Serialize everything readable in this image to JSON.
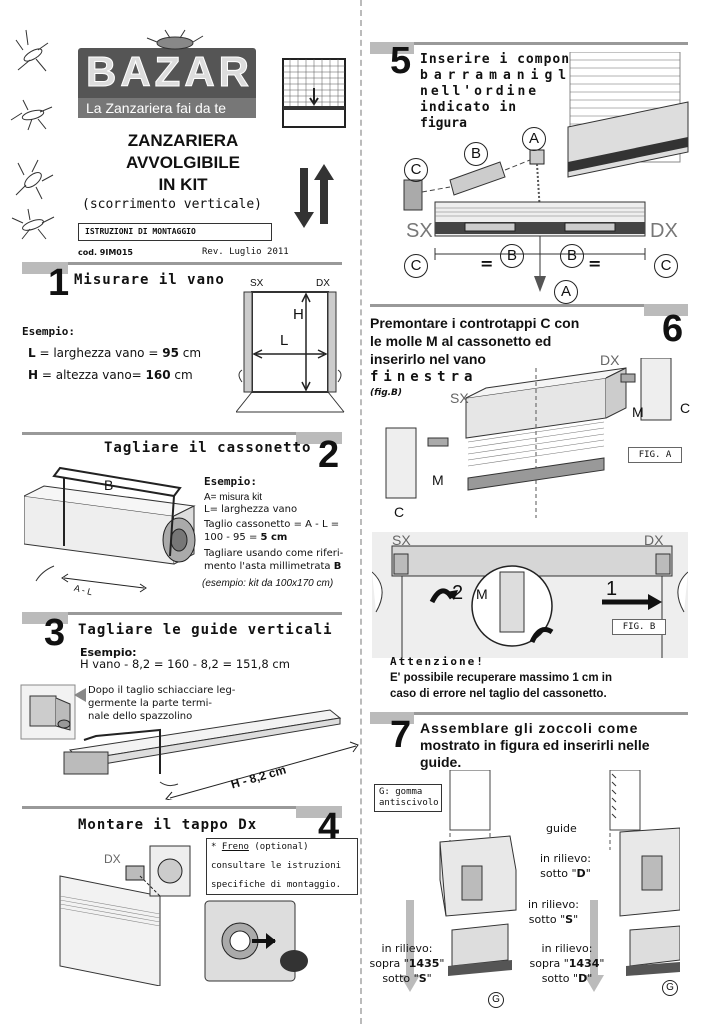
{
  "header": {
    "brand": "BAZAR",
    "tagline": "La Zanzariera fai da te",
    "title_line1": "ZANZARIERA",
    "title_line2": "AVVOLGIBILE",
    "title_line3": "IN KIT",
    "subtitle": "(scorrimento verticale)",
    "badge": "ISTRUZIONI DI MONTAGGIO",
    "code": "cod. 9IM015",
    "revision": "Rev. Luglio 2011"
  },
  "step1": {
    "number": "1",
    "title": "Misurare il vano",
    "example_label": "Esempio:",
    "l_line": {
      "key": "L",
      "text": " = larghezza vano = ",
      "value": "95",
      "unit": " cm"
    },
    "h_line": {
      "key": "H",
      "text": " = altezza vano= ",
      "value": "160",
      "unit": " cm"
    },
    "fig_sx": "SX",
    "fig_dx": "DX",
    "fig_h": "H",
    "fig_l": "L"
  },
  "step2": {
    "number": "2",
    "title": "Tagliare il cassonetto",
    "example_label": "Esempio:",
    "a_line": "A= misura kit",
    "l_line": "L= larghezza vano",
    "calc_line1": "Taglio cassonetto = A - L =",
    "calc_line2_prefix": "100 - 95 = ",
    "calc_line2_value": "5 cm",
    "cut_line1": "Tagliare usando come riferi-",
    "cut_line2_prefix": "mento l'asta millimetrata ",
    "cut_line2_value": "B",
    "kit_note": "(esempio: kit da 100x170 cm)",
    "fig_b": "B",
    "fig_al": "A - L"
  },
  "step3": {
    "number": "3",
    "title": "Tagliare le guide verticali",
    "example_label": "Esempio:",
    "calc": "H vano - 8,2 = 160 - 8,2 = 151,8 cm",
    "note_line1": "Dopo il taglio schiacciare leg-",
    "note_line2": "germente la parte termi-",
    "note_line3": "nale dello spazzolino",
    "fig_dim": "H - 8,2 cm"
  },
  "step4": {
    "number": "4",
    "title": "Montare il tappo Dx",
    "note_line1_prefix": "* ",
    "note_line1_link": "Freno",
    "note_line1_suffix": " (optional)",
    "note_line2": "consultare le istruzioni",
    "note_line3": "specifiche di montaggio.",
    "fig_dx": "DX"
  },
  "step5": {
    "number": "5",
    "title_line1": "Inserire i componenti nella",
    "title_line2": "barramaniglia",
    "title_line3": "nell'ordine",
    "title_line4": "indicato in",
    "title_line5": "figura",
    "fig_a": "A",
    "fig_b": "B",
    "fig_c": "C",
    "fig_sx": "SX",
    "fig_dx": "DX",
    "fig_eq": "="
  },
  "step6": {
    "number": "6",
    "title_line1": "Premontare i controtappi C con",
    "title_line2": "le molle M al cassonetto ed",
    "title_line3": "inserirlo nel vano",
    "title_line4": "finestra",
    "fig_ref": "(fig.B)",
    "fig_a_label": "FIG. A",
    "fig_b_label": "FIG. B",
    "fig_dx": "DX",
    "fig_sx": "SX",
    "fig_m": "M",
    "fig_c": "C",
    "fig_1": "1",
    "fig_2": "2",
    "warning_title": "Attenzione!",
    "warning_line1": "E' possibile recuperare massimo 1 cm in",
    "warning_line2": "caso di errore nel taglio del cassonetto."
  },
  "step7": {
    "number": "7",
    "title_line1": "Assemblare gli zoccoli come",
    "title_line2": "mostrato in figura ed inserirli nelle",
    "title_line3": "guide.",
    "g_note_line1": "G: gomma",
    "g_note_line2": "antiscivolo",
    "guide_label": "guide",
    "relief_d_label": "in rilievo:",
    "relief_d_value_prefix": "sotto \"",
    "relief_d_value": "D",
    "relief_d_value_suffix": "\"",
    "relief_s_label": "in rilievo:",
    "relief_s_value_prefix": "sotto \"",
    "relief_s_value": "S",
    "relief_s_value_suffix": "\"",
    "left_bottom_label": "in rilievo:",
    "left_bottom_line1_prefix": "sopra \"",
    "left_bottom_line1_value": "1435",
    "left_bottom_line1_suffix": "\"",
    "left_bottom_line2_prefix": "sotto \"",
    "left_bottom_line2_value": "S",
    "left_bottom_line2_suffix": "\"",
    "right_bottom_label": "in rilievo:",
    "right_bottom_line1_prefix": "sopra \"",
    "right_bottom_line1_value": "1434",
    "right_bottom_line1_suffix": "\"",
    "right_bottom_line2_prefix": "sotto \"",
    "right_bottom_line2_value": "D",
    "right_bottom_line2_suffix": "\"",
    "fig_g": "G"
  },
  "icons": [
    "mosquito-icon",
    "window-mesh-icon",
    "updown-arrows-icon"
  ]
}
